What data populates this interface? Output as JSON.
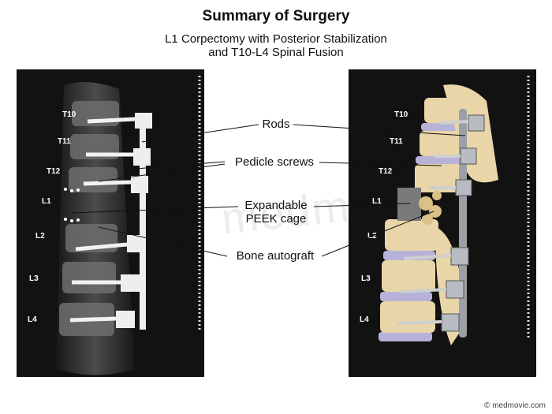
{
  "header": {
    "title": "Summary of Surgery",
    "subtitle_line1": "L1 Corpectomy with Posterior Stabilization",
    "subtitle_line2": "and T10-L4 Spinal Fusion"
  },
  "vertebra_labels": [
    "T10",
    "T11",
    "T12",
    "L1",
    "L2",
    "L3",
    "L4"
  ],
  "callouts": {
    "rods": "Rods",
    "pedicle_screws": "Pedicle screws",
    "cage_line1": "Expandable",
    "cage_line2": "PEEK cage",
    "bone_autograft": "Bone autograft"
  },
  "watermark": "medmovie.com",
  "copyright": "© medmovie.com",
  "colors": {
    "bone": "#e8d5a8",
    "disc": "#b7b3d8",
    "hardware": "#9aa0a6",
    "panel_bg": "#121212"
  }
}
